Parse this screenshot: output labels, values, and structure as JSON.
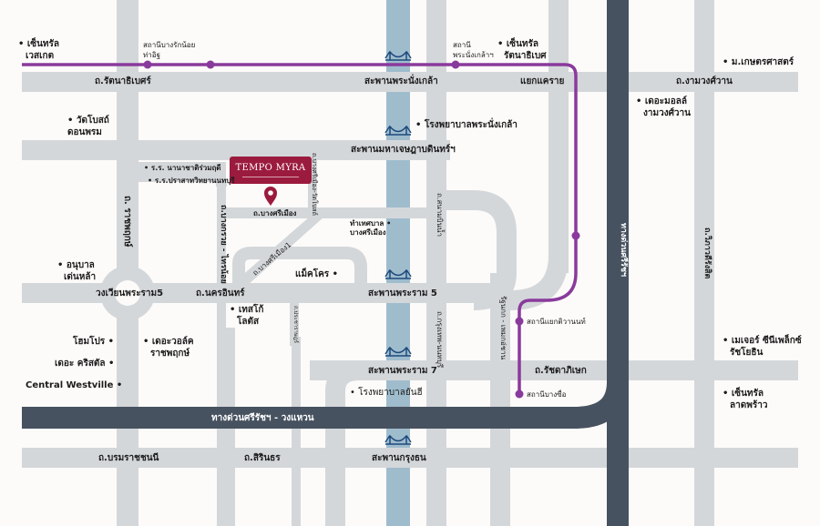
{
  "colors": {
    "background": "#fcfbf9",
    "road": "#d4d7da",
    "expressway": "#475260",
    "river": "#9fbccd",
    "metro_line": "#8a3a9c",
    "brand": "#9b1b3e",
    "bridge_icon": "#1d4a7d"
  },
  "project": {
    "logo_text": "TEMPO MYRA",
    "pin_icon": "location-pin-icon"
  },
  "roads": {
    "ratanathibet": "ถ.รัตนาธิเบศร์",
    "phra_nang_klao_bridge": "สะพานพระนั่งเกล้า",
    "khae_rai_junction": "แยกแคราย",
    "ngamwongwan": "ถ.งามวงศ์วาน",
    "maha_chesadabodindranusorn_bridge": "สะพานมหาเจษฎาบดินทร์ฯ",
    "ratchaphruek": "ถ. ราชพฤกษ์",
    "bang_kruai_sai_noi": "ถ.บางกรวย - ไทรน้อย",
    "bang_si_mueang": "ถ.บางศรีเมือง",
    "bang_si_mueang_1": "ถ.บางศรีเมือง1",
    "bang_si_mueang_wat_chalo": "ถ.บางศรีเมือง-วัดโบสถ์",
    "wongwian_rama5": "วงเวียนพระราม5",
    "nakhon_in": "ถ.นครอินทร์",
    "rama5_bridge": "สะพานพระราม 5",
    "rama7_bridge": "สะพานพระราม 7",
    "sanambinnam": "ถ.สนามบินน้ำ",
    "krungthep_nonthaburi": "ถ.กรุงเทพ-นนทบุรี",
    "prachachuen": "ถ.ประชาชื่น",
    "pracharat": "ถ.ประชาราษฎร์",
    "ratchadaphisek": "ถ.รัชดาภิเษก",
    "si_rat_expressway": "ทางด่วนศรีรัชฯ",
    "si_rat_wongwaen": "ทางด่วนศรีรัชฯ - วงแหวน",
    "vibhavadi": "ถ.วิภาวดีรังสิต",
    "borommaratchachonnani": "ถ.บรมราชชนนี",
    "sirindhorn": "ถ.สิรินธร",
    "krung_thon_bridge": "สะพานกรุงธน",
    "ratchaphruek_tiwanon": "รัฐนกก - เพมกอ่ชาน"
  },
  "stations": {
    "bang_rak_noi_tha_it": "สถานีบางรักน้อยท่าอิฐ",
    "phra_nang_klao": [
      "สถานี",
      "พระนั่งเกล้าฯ"
    ],
    "yaek_tiwanon": "สถานีแยกติวานนท์",
    "bang_sue": "สถานีบางซื่อ"
  },
  "poi": {
    "central_westgate": [
      "เซ็นทรัล",
      "เวสเกต"
    ],
    "central_rattanathibet": [
      "เซ็นทรัล",
      "รัตนาธิเบศ"
    ],
    "kasetsart": "ม.เกษตรศาสตร์",
    "the_mall_ngamwongwan": [
      "เดอะมอลล์",
      "งามวงศ์วาน"
    ],
    "wat_bot_don_phrom": [
      "วัดโบสถ์",
      "ดอนพรม"
    ],
    "phra_nang_klao_hospital": "โรงพยาบาลพระนั่งเกล้า",
    "school_nanachat": "ร.ร. นานาชาติร่วมฤดี",
    "school_prasat": "ร.ร.ปราสาทวิทยานนทบุรี",
    "bang_si_mueang_municipality": [
      "ทำเทศบาล",
      "บางศรีเมือง"
    ],
    "makro": "แม็คโคร",
    "anuban_ton_la": [
      "อนุบาล",
      "เด่นหล้า"
    ],
    "tesco_lotus": [
      "เทสโก้",
      "โลตัส"
    ],
    "homepro": "โฮมโปร",
    "the_walk_ratchaphruek": [
      "เดอะวอล์ค",
      "ราชพฤกษ์"
    ],
    "the_crystal": "เดอะ คริสตัล",
    "central_westville": "Central Westville",
    "yanhee_hospital": "โรงพยาบาลยันฮี",
    "major_cineplex_ratchayothin": [
      "เมเจอร์ ซีนีเพล็กซ์",
      "รัชโยธิน"
    ],
    "central_ladprao": [
      "เซ็นทรัล",
      "ลาดพร้าว"
    ]
  },
  "icons": {
    "bridge": "bridge-icon",
    "station": "station-dot-icon"
  }
}
